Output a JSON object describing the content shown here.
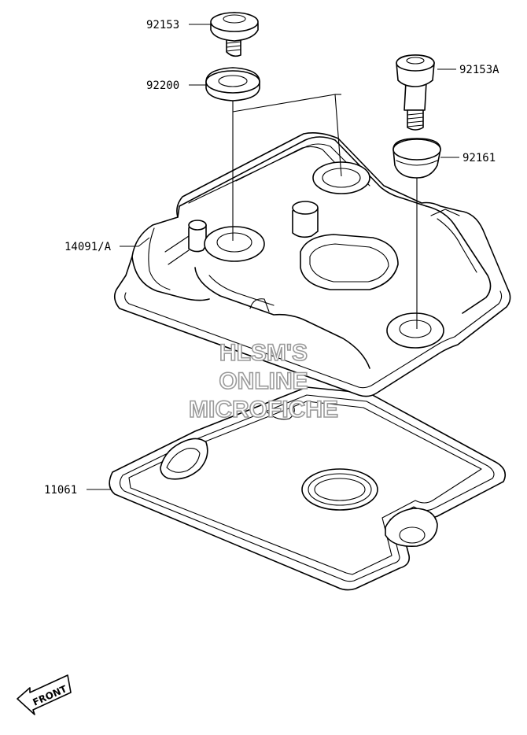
{
  "parts": [
    {
      "id": "bolt-top",
      "number": "92153"
    },
    {
      "id": "washer",
      "number": "92200"
    },
    {
      "id": "bolt-right",
      "number": "92153A"
    },
    {
      "id": "grommet",
      "number": "92161"
    },
    {
      "id": "cover",
      "number": "14091/A"
    },
    {
      "id": "gasket",
      "number": "11061"
    }
  ],
  "watermark": {
    "line1": "HLSM'S",
    "line2": "ONLINE",
    "line3": "MICROFICHE"
  },
  "front_indicator": {
    "label": "FRONT"
  }
}
